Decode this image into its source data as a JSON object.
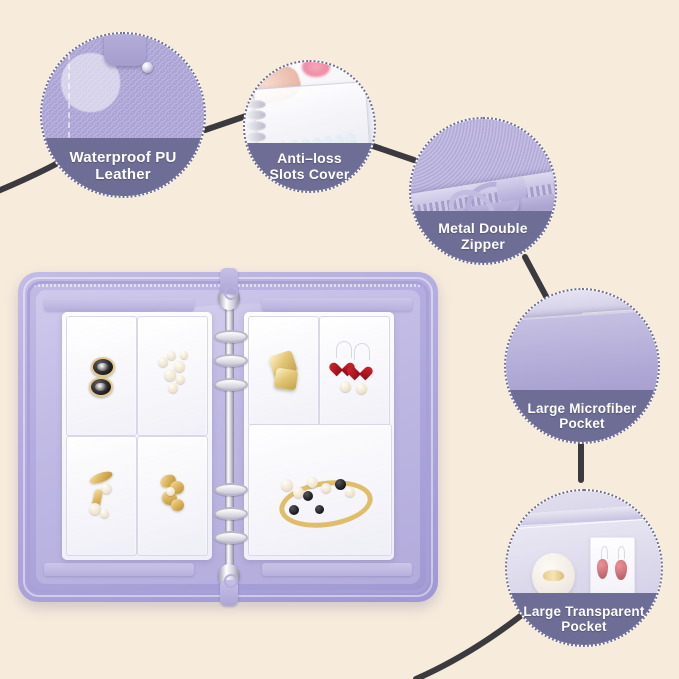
{
  "page": {
    "title": "Jewelry Organizer Binder Feature Infographic",
    "background_color": "#f7ecdc",
    "accent_color": "#6e6d95",
    "connector_color": "#3a3a3f"
  },
  "product": {
    "name": "Lavender PU leather zippered 6-ring jewelry storage binder",
    "color": "#b4ade0",
    "ring_count": 6,
    "zipper_pulls": 2,
    "left_page": {
      "pocket_count": 4,
      "items": [
        "black-and-gold oval stud earrings",
        "pearl cluster jewelry",
        "gold and pearl ring set",
        "gold floral brooch"
      ]
    },
    "right_page": {
      "pocket_count": 3,
      "items": [
        "gold square ring",
        "red heart drop earrings",
        "gold pearl and black bead necklace"
      ]
    }
  },
  "callouts": [
    {
      "id": "waterproof-pu-leather",
      "label": "Waterproof PU\nLeather",
      "label_line1": "Waterproof PU",
      "label_line2": "Leather",
      "photo": "close-up of pebbled lavender PU leather cover with rivet and strap"
    },
    {
      "id": "anti-loss-slots-cover",
      "label": "Anti–loss\nSlots Cover",
      "label_line1": "Anti–loss",
      "label_line2": "Slots Cover",
      "photo": "hand lifting translucent slot cover sheet over turquoise beaded bracelet"
    },
    {
      "id": "metal-double-zipper",
      "label": "Metal Double\nZipper",
      "label_line1": "Metal Double",
      "label_line2": "Zipper",
      "photo": "close-up of two metal zipper sliders on lavender tape"
    },
    {
      "id": "large-microfiber-pocket",
      "label": "Large Microfiber\nPocket",
      "label_line1": "Large Microfiber",
      "label_line2": "Pocket",
      "photo": "lavender microfiber pocket holding white, blue and red cards"
    },
    {
      "id": "large-transparent-pocket",
      "label": "Large Transparent\nPocket",
      "label_line1": "Large Transparent",
      "label_line2": "Pocket",
      "photo": "clear zippered pocket containing a round compact and red drop earrings on a card"
    }
  ]
}
